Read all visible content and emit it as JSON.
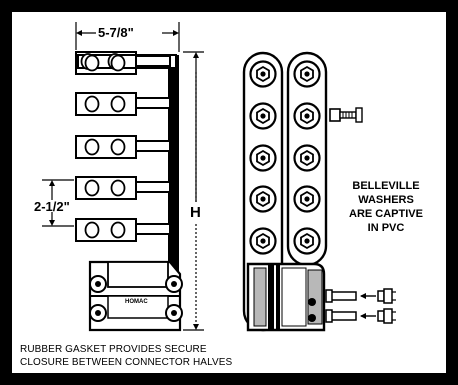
{
  "dimensions": {
    "width_label": "5-7/8\"",
    "spacing_label": "2-1/2\"",
    "height_label": "H"
  },
  "brand_mark": "HOMAC",
  "callout": {
    "line1": "BELLEVILLE",
    "line2": "WASHERS",
    "line3": "ARE CAPTIVE",
    "line4": "IN PVC"
  },
  "caption": {
    "line1": "RUBBER GASKET PROVIDES SECURE",
    "line2": "CLOSURE BETWEEN CONNECTOR HALVES"
  },
  "colors": {
    "frame": "#000000",
    "background": "#ffffff",
    "ink": "#000000",
    "shade": "#b8b8b8"
  }
}
